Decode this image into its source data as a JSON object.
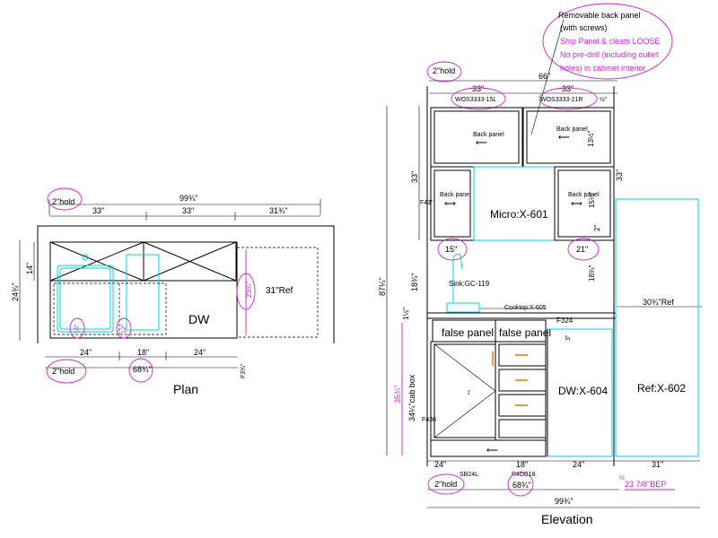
{
  "plan": {
    "title": "Plan",
    "overall_width": "99¾\"",
    "seg_left": "33\"",
    "seg_mid": "33\"",
    "seg_right": "31¾\"",
    "depth_total": "24¾\"",
    "depth_upper": "14\"",
    "hold_top": "2\"hold",
    "hold_bottom": "2\"hold",
    "bot_24a": "24\"",
    "bot_18": "18\"",
    "bot_24b": "24\"",
    "bot_total": "68¾\"",
    "ref_depth": "23¾\"",
    "ref_label": "31\"Ref",
    "dw_label": "DW",
    "fill_right": "F3¾\"",
    "sink_dim_1": "10\"",
    "sink_dim_2": "12\""
  },
  "elevation": {
    "title": "Elevation",
    "note_lines": [
      "Removable back panel",
      "(with screws)",
      "Ship Panel & cleats LOOSE",
      "No pre-drill (including outlet",
      "holes) in cabinet interior"
    ],
    "hold_top": "2\"hold",
    "upper_total": "66\"",
    "upper_left": "33\"",
    "upper_right": "33\"",
    "wall_left_code": "WOS3333-15L",
    "wall_right_code": "WOS3333-21R",
    "back_panel": "Back panel",
    "upper_height": "33\"",
    "upper_right_height": "33\"",
    "dim_13": "13½\"",
    "dim_15": "15½\"",
    "dim_2": "2\"",
    "dim_small_top": "½\"",
    "micro": "Micro:X-601",
    "filler_left": "F43\"",
    "dim_15w": "15\"",
    "dim_21w": "21\"",
    "overall_height": "87¼\"",
    "dim_18a": "18¾\"",
    "dim_18b": "18¾\"",
    "sink": "Sink:GC-119",
    "cooktop": "Cooktop:X-605",
    "ref_width": "30¾\"Ref",
    "f324": "F324",
    "dim_1_5": "1½\"",
    "dim_3": "3\"",
    "false_panel_1": "false panel",
    "false_panel_2": "false panel",
    "dim_35": "35¾\"",
    "cab_box": "34¼\"cab box",
    "f436": "F436",
    "dw": "DW:X-604",
    "ref": "Ref:X-602",
    "bot_24a": "24\"",
    "bot_18": "18\"",
    "bot_24b": "24\"",
    "bot_31": "31\"",
    "sb24l": "SB24L",
    "r4db18": "R4DB18",
    "hold_bottom": "2\"hold",
    "bot_total": "68¾\"",
    "bep": "23 7/8\"BEP",
    "bep_small": "½",
    "overall_width": "99¾\""
  }
}
